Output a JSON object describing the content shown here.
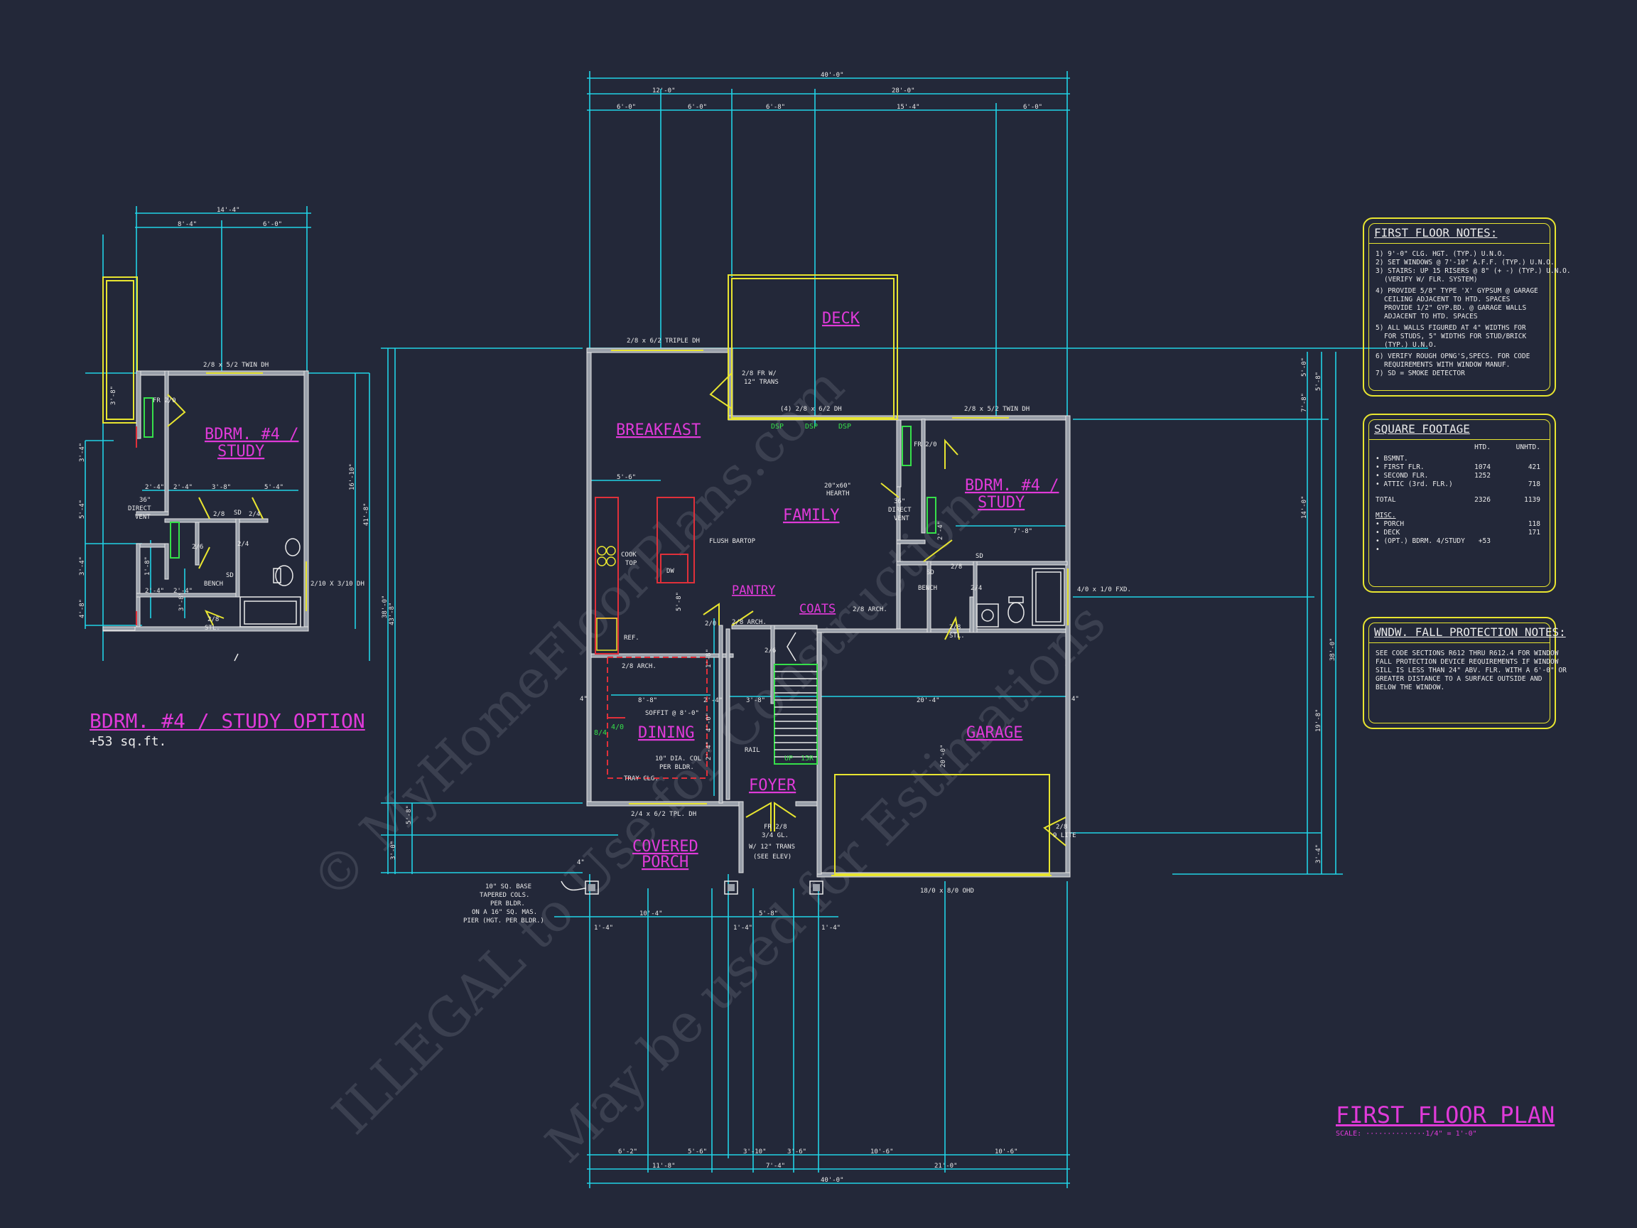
{
  "watermark": {
    "line1": "© MyHomeFloorPlans.com",
    "line2": "ILLEGAL to Use for Construction",
    "line3": "May be used for Estimations"
  },
  "colors": {
    "background": "#232839",
    "dimension": "#21d3e6",
    "room_label": "#e03ad9",
    "note_text": "#eaeaea",
    "panel_border": "#e8e530",
    "appliance": "#e0303a",
    "fixture_text": "#36e04a"
  },
  "main_plan": {
    "top_dims": {
      "overall": "40'-0\"",
      "row2": [
        "12'-0\"",
        "28'-0\""
      ],
      "row3": [
        "6'-0\"",
        "6'-0\"",
        "6'-8\"",
        "15'-4\"",
        "6'-0\""
      ]
    },
    "bottom_dims": {
      "overall": "40'-0\"",
      "row2": [
        "11'-8\"",
        "7'-4\"",
        "21'-0\""
      ],
      "row3": [
        "6'-2\"",
        "5'-6\"",
        "3'-10\"",
        "3'-6\"",
        "10'-6\"",
        "10'-6\""
      ],
      "porch": [
        "1'-4\"",
        "10'-4\"",
        "1'-4\"",
        "5'-8\"",
        "1'-4\""
      ]
    },
    "left_dims": [
      "38'-0\"",
      "43'-8\"",
      "5'-8\"",
      "3'-0\""
    ],
    "right_dims": [
      "5'-0\"",
      "5'-8\"",
      "14'-0\"",
      "38'-0\"",
      "19'-8\"",
      "3'-4\"",
      "7'-8\""
    ],
    "rooms": {
      "deck": "DECK",
      "breakfast": "BREAKFAST",
      "family": "FAMILY",
      "bedroom": "BDRM. #4 /",
      "bedroom2": "STUDY",
      "pantry": "PANTRY",
      "coats": "COATS",
      "dining": "DINING",
      "foyer": "FOYER",
      "garage": "GARAGE",
      "porch1": "COVERED",
      "porch2": "PORCH"
    },
    "notes": {
      "triple_dh": "2/8 x 6/2 TRIPLE DH",
      "fr_trans1": "2/8 FR W/",
      "fr_trans2": "12\" TRANS",
      "deck_doors": "(4) 2/8 x 6/2 DH",
      "dsp": "DSP",
      "twin_dh": "2/8 x 5/2 TWIN DH",
      "hearth1": "20\"x60\"",
      "hearth2": "HEARTH",
      "fr20": "FR 2/0",
      "direct_vent1": "36\"",
      "direct_vent2": "DIRECT",
      "direct_vent3": "VENT",
      "flush_bartop": "FLUSH BARTOP",
      "cooktop1": "COOK",
      "cooktop2": "TOP",
      "dw": "DW",
      "ref": "REF.",
      "arch1": "2/8  ARCH.",
      "arch2": "2/8  ARCH.",
      "arch3": "2/8  ARCH.",
      "d20": "2/0",
      "d26": "2/6",
      "d28": "2/8",
      "d24": "2/4",
      "d28stl1": "2/8",
      "d28stl2": "STL.",
      "bench": "BENCH",
      "sd": "SD",
      "fxd": "4/0 x 1/0 FXD.",
      "soffit": "SOFFIT @ 8'-0\"",
      "col1": "10\" DIA. COL",
      "col2": "PER BLDR.",
      "tray": "TRAY CLG.",
      "rail": "RAIL",
      "up": "UP",
      "stair_count": "15R",
      "tpl_dh": "2/4 x 6/2 TPL. DH",
      "front1": "FR 2/8",
      "front2": "3/4 GL.",
      "front3": "W/ 12\" TRANS",
      "front4": "(SEE ELEV)",
      "lite1": "2/8",
      "lite2": "9 LITE",
      "ohd": "18/0 x 8/0 OHD",
      "cols1": "10\" SQ. BASE",
      "cols2": "TAPERED COLS.",
      "cols3": "PER BLDR.",
      "cols4": "ON A 16\" SQ. MAS.",
      "cols5": "PIER (HGT. PER BLDR.)",
      "d_86": "8'-8\"",
      "d_24a": "2'-4\"",
      "d_38": "3'-8\"",
      "d_204": "20'-4\"",
      "d_56": "5'-6\"",
      "d_78": "7'-8\"",
      "d_4in": "4\"",
      "d_58": "5'-8\"",
      "d_18": "1'-8\"",
      "d_40": "4'-0\"",
      "d_24b": "2'-4\"",
      "d_200": "20'-0\"",
      "b84": "8/4",
      "b40": "4/0"
    }
  },
  "option_plan": {
    "title": "BDRM. #4 / STUDY OPTION",
    "subtitle": "+53 sq.ft.",
    "room1": "BDRM. #4 /",
    "room2": "STUDY",
    "top_dims": {
      "overall": "14'-4\"",
      "parts": [
        "8'-4\"",
        "6'-0\""
      ]
    },
    "dims": [
      "3'-8\"",
      "5'-4\"",
      "3'-4\"",
      "2'-4\"",
      "2'-4\"",
      "3'-8\"",
      "5'-4\"",
      "2'-4\"",
      "2'-4\"",
      "3'-8\"",
      "1'-8\"",
      "16'-10\"",
      "41'-8\"",
      "3'-4\"",
      "4'-8\""
    ],
    "notes": {
      "twin_dh": "2/8 x 5/2 TWIN DH",
      "fr20": "FR 2/0",
      "direct_vent1": "36\"",
      "direct_vent2": "DIRECT",
      "direct_vent3": "VENT",
      "d28": "2/8",
      "d24": "2/4",
      "d26": "2/6",
      "sd": "SD",
      "bench": "BENCH",
      "dh": "2/10 X 3/10 DH",
      "stl1": "2/8",
      "stl2": "STL."
    }
  },
  "first_floor_notes": {
    "title": "FIRST FLOOR NOTES:",
    "lines": [
      "1) 9'-0\" CLG. HGT. (TYP.) U.N.O.",
      "2) SET WINDOWS @ 7'-10\" A.F.F. (TYP.) U.N.O.",
      "3) STAIRS: UP 15 RISERS @ 8\" (+ -) (TYP.) U.N.O.",
      "   (VERIFY W/ FLR. SYSTEM)",
      "4) PROVIDE 5/8\" TYPE 'X' GYPSUM @ GARAGE",
      "   CEILING ADJACENT TO HTD. SPACES",
      "   PROVIDE 1/2\" GYP.BD. @ GARAGE WALLS",
      "   ADJACENT TO HTD. SPACES",
      "5) ALL WALLS FIGURED AT 4\" WIDTHS FOR",
      "   FOR STUDS, 5\" WIDTHS FOR STUD/BRICK",
      "   (TYP.) U.N.O.",
      "6) VERIFY ROUGH OPNG'S,SPECS. FOR CODE",
      "   REQUIREMENTS WITH WINDOW MANUF.",
      "7) SD = SMOKE DETECTOR"
    ]
  },
  "square_footage": {
    "title": "SQUARE FOOTAGE",
    "col_htd": "HTD.",
    "col_unhtd": "UNHTD.",
    "rows": [
      {
        "label": "• BSMNT.",
        "htd": "",
        "unhtd": ""
      },
      {
        "label": "• FIRST FLR.",
        "htd": "1074",
        "unhtd": "421"
      },
      {
        "label": "• SECOND FLR.",
        "htd": "1252",
        "unhtd": ""
      },
      {
        "label": "• ATTIC (3rd. FLR.)",
        "htd": "",
        "unhtd": "718"
      },
      {
        "label": "",
        "htd": "",
        "unhtd": ""
      },
      {
        "label": "TOTAL",
        "htd": "2326",
        "unhtd": "1139"
      }
    ],
    "misc_title": "MISC.",
    "misc_rows": [
      {
        "label": "• PORCH",
        "htd": "",
        "unhtd": "118"
      },
      {
        "label": "• DECK",
        "htd": "",
        "unhtd": "171"
      },
      {
        "label": "• (OPT.) BDRM. 4/STUDY",
        "htd": "+53",
        "unhtd": ""
      },
      {
        "label": "•",
        "htd": "",
        "unhtd": ""
      }
    ]
  },
  "window_notes": {
    "title": "WNDW. FALL PROTECTION NOTES:",
    "lines": [
      "SEE CODE SECTIONS R612 THRU R612.4 FOR WINDOW",
      "FALL PROTECTION DEVICE REQUIREMENTS IF WINDOW",
      "SILL IS LESS THAN 24\" ABV. FLR. WITH A 6'-0\" OR",
      "GREATER DISTANCE TO A SURFACE OUTSIDE AND",
      "BELOW THE WINDOW."
    ]
  },
  "title_block": {
    "title": "FIRST FLOOR PLAN",
    "scale": "SCALE: ··············1/4\" = 1'-0\""
  }
}
